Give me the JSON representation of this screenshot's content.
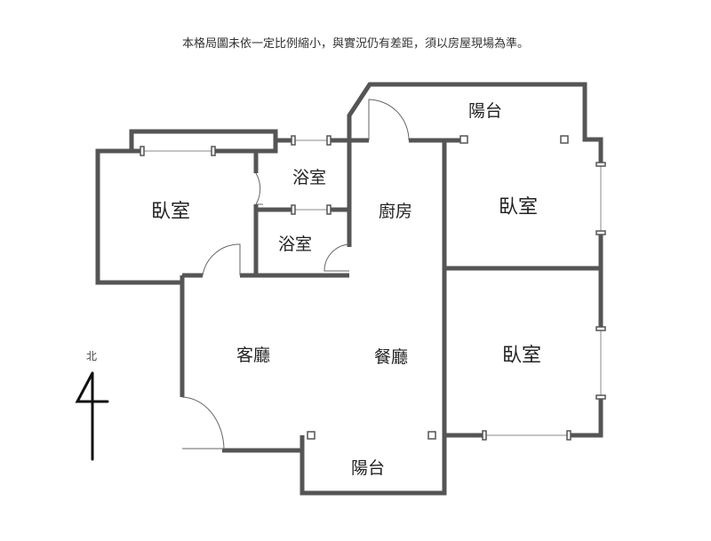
{
  "disclaimer": "本格局圖未依一定比例縮小，與實況仍有差距，須以房屋現場為準。",
  "rooms": {
    "bedroom_left": "臥室",
    "bathroom_upper": "浴室",
    "bathroom_lower": "浴室",
    "kitchen": "廚房",
    "balcony_top": "陽台",
    "bedroom_right_top": "臥室",
    "bedroom_right_bottom": "臥室",
    "living_room": "客廳",
    "dining_room": "餐廳",
    "balcony_bottom": "陽台"
  },
  "compass": {
    "label": "北"
  },
  "colors": {
    "wall": "#555555"
  }
}
